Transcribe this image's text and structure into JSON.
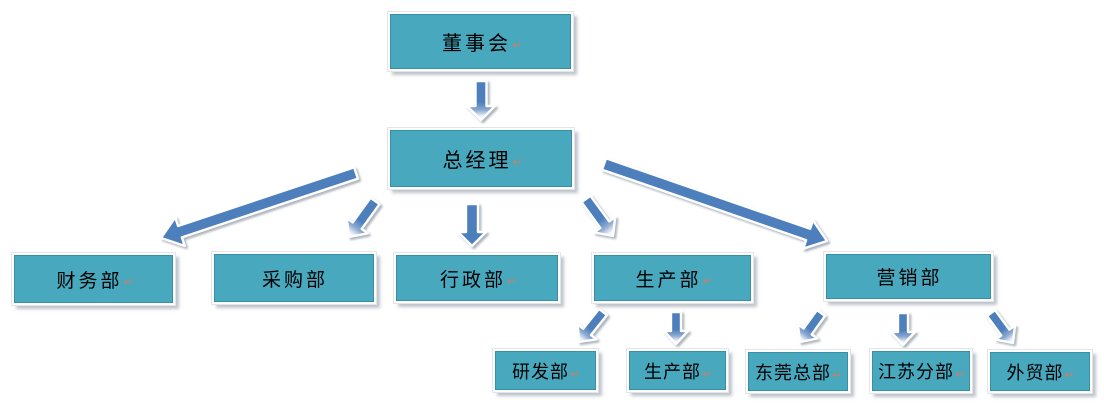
{
  "diagram": {
    "type": "org-chart",
    "title": "",
    "nodes": [
      {
        "id": "board",
        "label": "董事会",
        "mark": "↵",
        "level": 1
      },
      {
        "id": "gm",
        "label": "总经理",
        "mark": "↵",
        "level": 2
      },
      {
        "id": "finance",
        "label": "财务部",
        "mark": "↵",
        "level": 3
      },
      {
        "id": "purchasing",
        "label": "采购部",
        "mark": "",
        "level": 3
      },
      {
        "id": "admin",
        "label": "行政部",
        "mark": "↵",
        "level": 3
      },
      {
        "id": "production",
        "label": "生产部",
        "mark": "↵",
        "level": 3
      },
      {
        "id": "marketing",
        "label": "营销部",
        "mark": "",
        "level": 3
      },
      {
        "id": "rnd",
        "label": "研发部",
        "mark": "↵",
        "level": 4
      },
      {
        "id": "production2",
        "label": "生产部",
        "mark": "↵",
        "level": 4
      },
      {
        "id": "dongguan",
        "label": "东莞总部",
        "mark": "↵",
        "level": 4
      },
      {
        "id": "jiangsu",
        "label": "江苏分部",
        "mark": "↵",
        "level": 4
      },
      {
        "id": "trade",
        "label": "外贸部",
        "mark": "↵",
        "level": 4
      }
    ],
    "connections": [
      {
        "from": "board",
        "to": "gm"
      },
      {
        "from": "gm",
        "to": "finance"
      },
      {
        "from": "gm",
        "to": "purchasing"
      },
      {
        "from": "gm",
        "to": "admin"
      },
      {
        "from": "gm",
        "to": "production"
      },
      {
        "from": "gm",
        "to": "marketing"
      },
      {
        "from": "production",
        "to": "rnd"
      },
      {
        "from": "production",
        "to": "production2"
      },
      {
        "from": "marketing",
        "to": "dongguan"
      },
      {
        "from": "marketing",
        "to": "jiangsu"
      },
      {
        "from": "marketing",
        "to": "trade"
      }
    ],
    "colors": {
      "background": "#FFFFFF",
      "box_fill": "#47A8BE",
      "box_border": "#FFFFFF",
      "box_shadow": "#B6BCC4",
      "text": "#000000",
      "paragraph_mark": "#C4826B",
      "arrow_fill": "#4C7FBC",
      "arrow_head_light": "#EDF2F8",
      "arrow_outline": "#FFFFFF"
    }
  }
}
